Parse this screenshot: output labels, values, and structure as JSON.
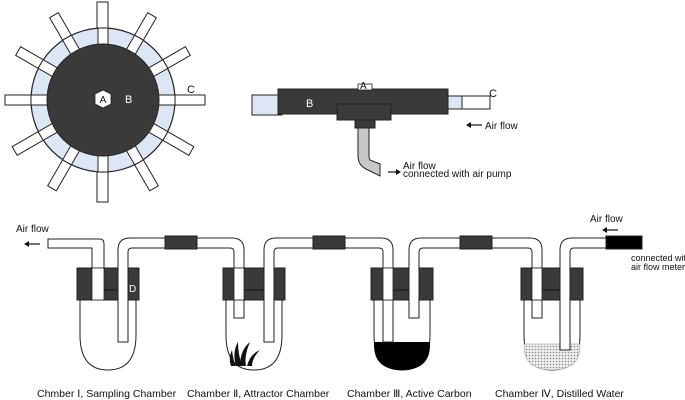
{
  "colors": {
    "dark": "#3a3a3a",
    "glass_blue": "#dde6f4",
    "tube_gray": "#c8c8c8",
    "outline": "#222222",
    "carbon": "#000000",
    "water": "#d4d4d4"
  },
  "top_view": {
    "label_a": "A",
    "label_b": "B",
    "label_c": "C"
  },
  "side_view": {
    "label_a": "A",
    "label_b": "B",
    "label_c": "C",
    "air_flow": "Air flow",
    "air_flow_2": "Air flow",
    "pump_note": "connected with air pump"
  },
  "chambers": {
    "air_flow_left": "Air flow",
    "air_flow_right": "Air flow",
    "meter_note_1": "connected with",
    "meter_note_2": "air flow meter",
    "label_d": "D",
    "chamber_1": "Chmber Ⅰ, Sampling Chamber",
    "chamber_2": "Chamber Ⅱ, Attractor Chamber",
    "chamber_3": "Chamber Ⅲ, Active Carbon",
    "chamber_4": "Chamber Ⅳ, Distilled Water"
  }
}
